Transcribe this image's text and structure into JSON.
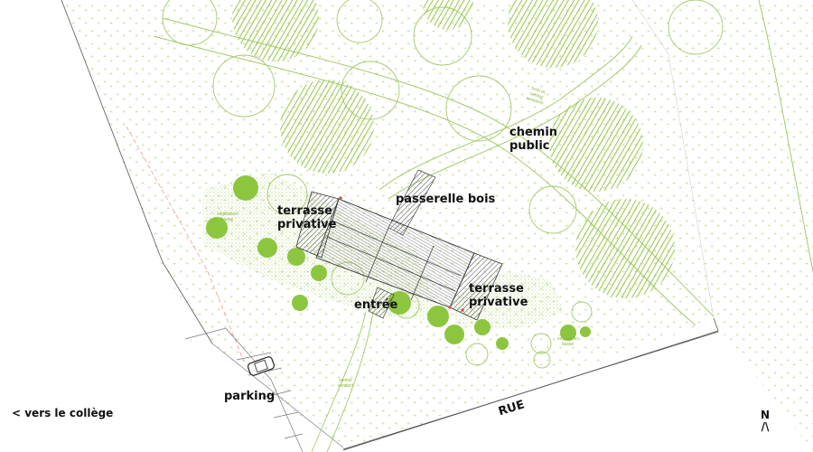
{
  "labels": {
    "chemin_line1": "chemin",
    "chemin_line2": "public",
    "passerelle": "passerelle bois",
    "terrasse_left_line1": "terrasse",
    "terrasse_left_line2": "privative",
    "terrasse_right_line1": "terrasse",
    "terrasse_right_line2": "privative",
    "entree": "entrée",
    "parking": "parking",
    "rue": "RUE",
    "vers_college": "< vers le collège",
    "north_letter": "N",
    "north_arrow": "/\\"
  },
  "small_labels": {
    "foret_l1": "forêt et",
    "foret_l2": "sentier",
    "foret_l3": "existants",
    "veg_left_l1": "végétation",
    "veg_left_l2": "basse",
    "veg_right_l1": "végétation",
    "veg_right_l2": "basse",
    "sentier_l1": "sentier",
    "sentier_l2": "existant"
  },
  "colors": {
    "tree_green": "#8cc63f",
    "outline_green": "#a5c96a",
    "hatch_dark": "#555555",
    "property_line_red": "#d9534f"
  }
}
